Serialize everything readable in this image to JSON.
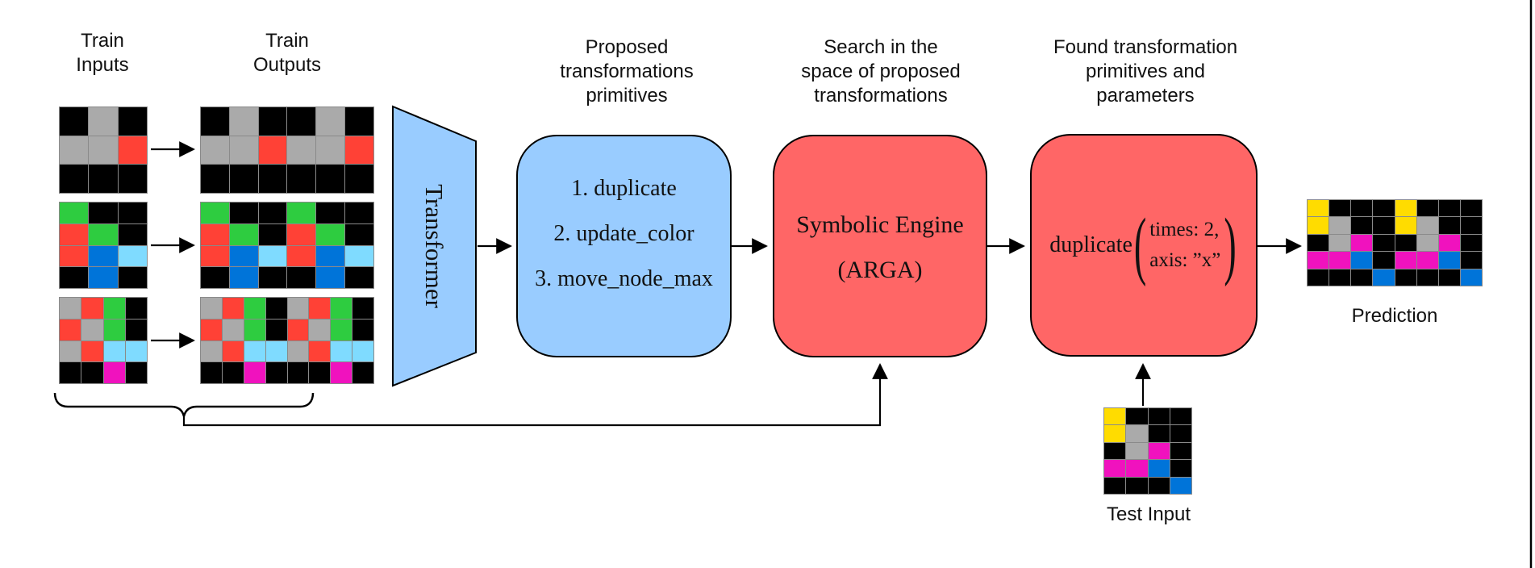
{
  "colors": {
    "box_blue": "#99CCFF",
    "box_red": "#FF6666"
  },
  "palette": {
    "k": "#000000",
    "a": "#AAAAAA",
    "r": "#FF4136",
    "g": "#2ECC40",
    "b": "#0074D9",
    "c": "#7FDBFF",
    "m": "#F012BE",
    "y": "#FFDC00"
  },
  "labels": {
    "train_inputs": "Train\nInputs",
    "train_outputs": "Train\nOutputs",
    "proposed_header": "Proposed\ntransformations\nprimitives",
    "search_header": "Search in the\nspace of proposed\ntransformations",
    "found_header": "Found transformation\nprimitives and\nparameters",
    "transformer": "Transformer",
    "prediction": "Prediction",
    "test_input": "Test Input"
  },
  "boxes": {
    "proposed_items": [
      "1. duplicate",
      "2. update_color",
      "3. move_node_max"
    ],
    "symbolic_engine_line1": "Symbolic Engine",
    "symbolic_engine_line2": "(ARGA)",
    "found_fn": "duplicate",
    "paren_open": "(",
    "paren_close": ")",
    "found_param_line1": "times: 2,",
    "found_param_line2": "axis: ”x”"
  },
  "grids": {
    "train1_input": {
      "cells": [
        "kak",
        "aar",
        "kkk"
      ]
    },
    "train1_output": {
      "cells": [
        "kakkak",
        "aaraar",
        "kkkkkk"
      ]
    },
    "train2_input": {
      "cells": [
        "gkk",
        "rgk",
        "rbc",
        "kbk"
      ]
    },
    "train2_output": {
      "cells": [
        "gkkgkk",
        "rgkrgk",
        "rbcrbc",
        "kbkkbk"
      ]
    },
    "train3_input": {
      "cells": [
        "argk",
        "ragk",
        "arcc",
        "kkmk"
      ]
    },
    "train3_output": {
      "cells": [
        "argkargk",
        "ragkragk",
        "arccarcc",
        "kkmkkkmk"
      ]
    },
    "test_input": {
      "cells": [
        "ykkk",
        "yakk",
        "kamk",
        "mmbk",
        "kkkb"
      ]
    },
    "prediction": {
      "cells": [
        "ykkkykkk",
        "yakkyakk",
        "kamkkamk",
        "mmbkmmbk",
        "kkkbkkkb"
      ]
    }
  }
}
